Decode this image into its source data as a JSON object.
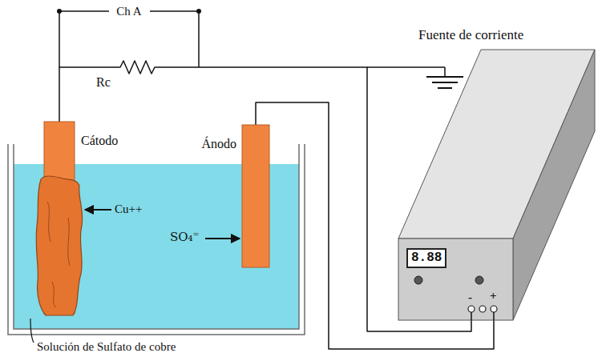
{
  "diagram": {
    "nodes": [
      {
        "text": [
          "Cátodo"
        ]
      },
      {
        "text": [
          "Ánodo"
        ]
      },
      {
        "text": [
          "8.88",
          "-",
          "+"
        ]
      }
    ],
    "edges": [
      {
        "from": 0,
        "to": 2,
        "arrow": "none"
      },
      {
        "from": 1,
        "to": 2,
        "arrow": "none"
      }
    ],
    "labels": [
      "Ch A",
      "Rc",
      "Cu++",
      "SO₄⁼",
      "Fuente de corriente",
      "Solución de Sulfato de cobre"
    ]
  }
}
